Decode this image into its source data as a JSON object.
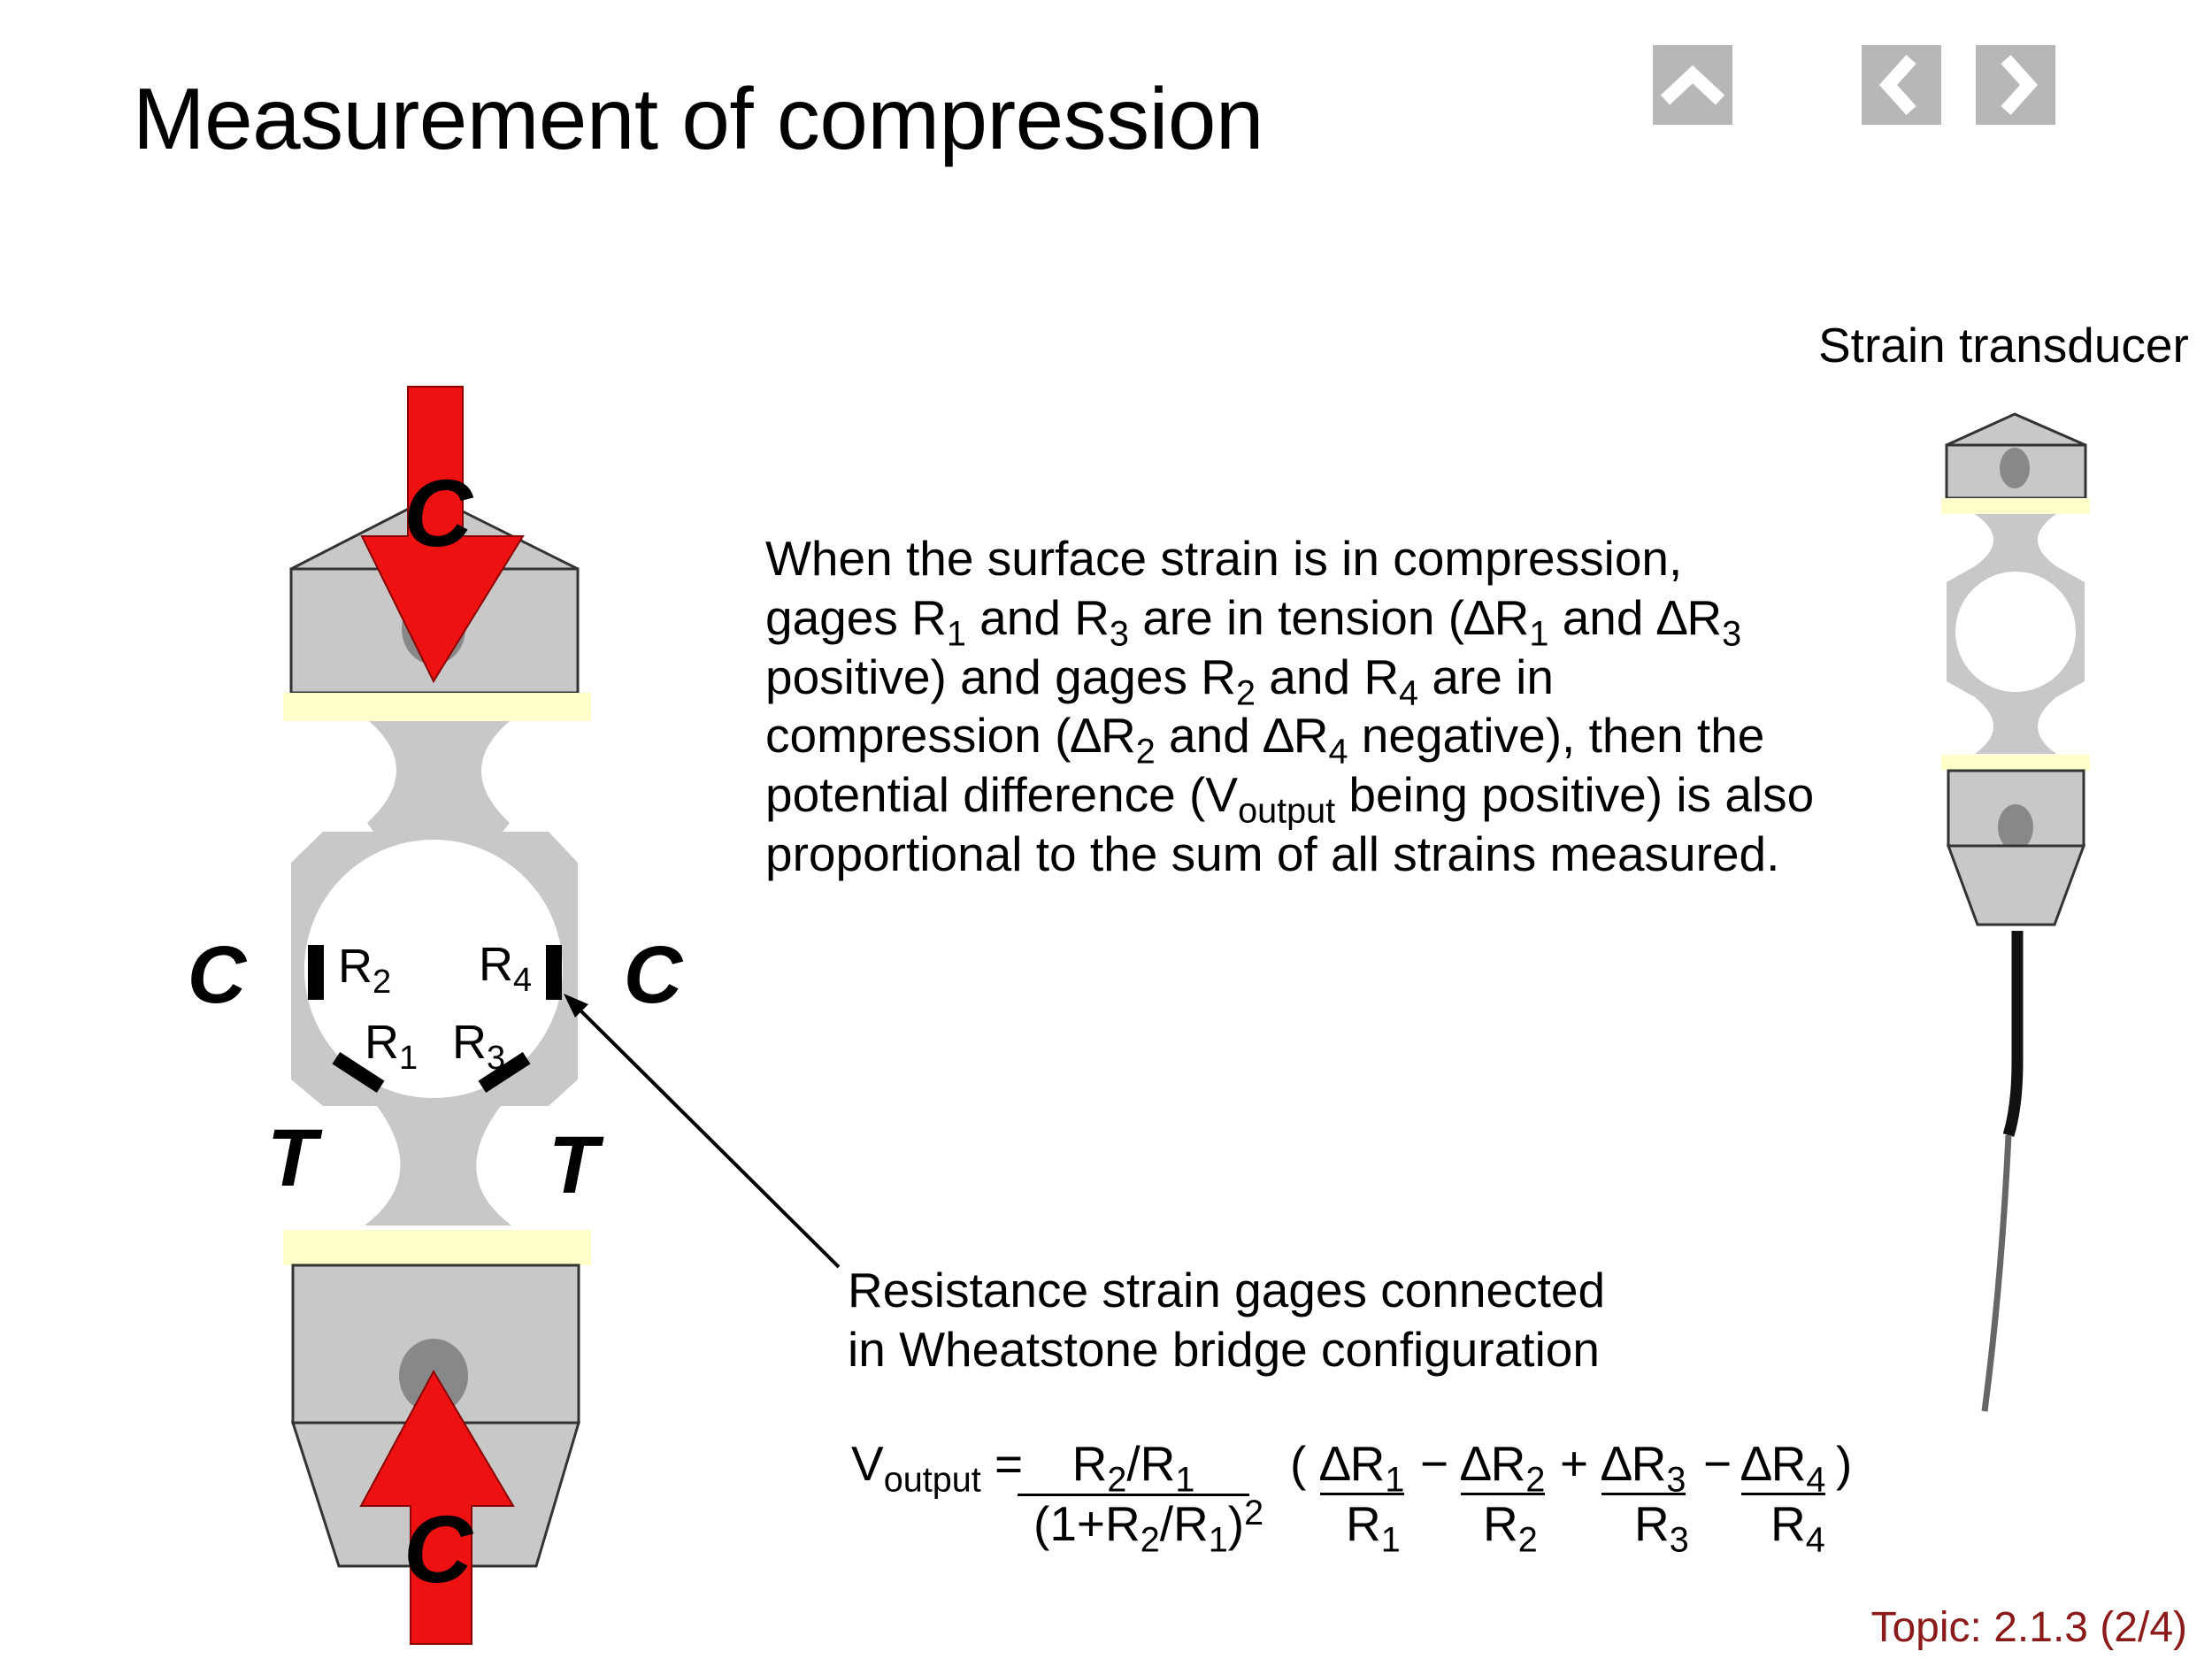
{
  "title": "Measurement of compression",
  "nav": {
    "up_icon": "chevron-up-icon",
    "prev_icon": "chevron-left-icon",
    "next_icon": "chevron-right-icon",
    "button_color": "#b7b7b7"
  },
  "diagram": {
    "force_label": "C",
    "side_labels": {
      "left": "C",
      "right": "C"
    },
    "tension_labels": {
      "left": "T",
      "right": "T"
    },
    "gages": {
      "r1": {
        "base": "R",
        "sub": "1"
      },
      "r2": {
        "base": "R",
        "sub": "2"
      },
      "r3": {
        "base": "R",
        "sub": "3"
      },
      "r4": {
        "base": "R",
        "sub": "4"
      }
    },
    "colors": {
      "body": "#c8c8c8",
      "arrow": "#ee1111",
      "bond_layer": "#ffffcc",
      "hole": "#888888"
    }
  },
  "description": {
    "l1": "When the surface strain is in compression,",
    "l2_a": "gages R",
    "l2_s1": "1",
    "l2_b": " and R",
    "l2_s2": "3",
    "l2_c": " are in tension (∆R",
    "l2_s3": "1",
    "l2_d": " and ∆R",
    "l2_s4": "3",
    "l3_a": "positive) and gages R",
    "l3_s1": "2",
    "l3_b": " and R",
    "l3_s2": "4",
    "l3_c": " are in",
    "l4_a": "compression (∆R",
    "l4_s1": "2",
    "l4_b": " and ∆R",
    "l4_s2": "4",
    "l4_c": " negative), then the",
    "l5_a": "potential difference (V",
    "l5_s1": "output",
    "l5_b": " being positive) is also",
    "l6": "proportional to the sum of all strains measured."
  },
  "callout": {
    "l1": "Resistance strain gages connected",
    "l2": "in Wheatstone bridge configuration"
  },
  "equation": {
    "lhs": "V",
    "lhs_sub": "output",
    "equals": " =",
    "num_a": "R",
    "num_s1": "2",
    "num_b": "/R",
    "num_s2": "1",
    "den_a": "(1+R",
    "den_s1": "2",
    "den_b": "/R",
    "den_s2": "1",
    "den_c": ")",
    "den_sup": "2",
    "open_paren": "(",
    "close_paren": ")",
    "terms": [
      {
        "num": "∆R",
        "sub": "1",
        "den": "R"
      },
      {
        "num": "∆R",
        "sub": "2",
        "den": "R"
      },
      {
        "num": "∆R",
        "sub": "3",
        "den": "R"
      },
      {
        "num": "∆R",
        "sub": "4",
        "den": "R"
      }
    ],
    "ops": [
      "−",
      "+",
      "−"
    ]
  },
  "transducer_label": "Strain transducer",
  "topic": "Topic: 2.1.3   (2/4)"
}
